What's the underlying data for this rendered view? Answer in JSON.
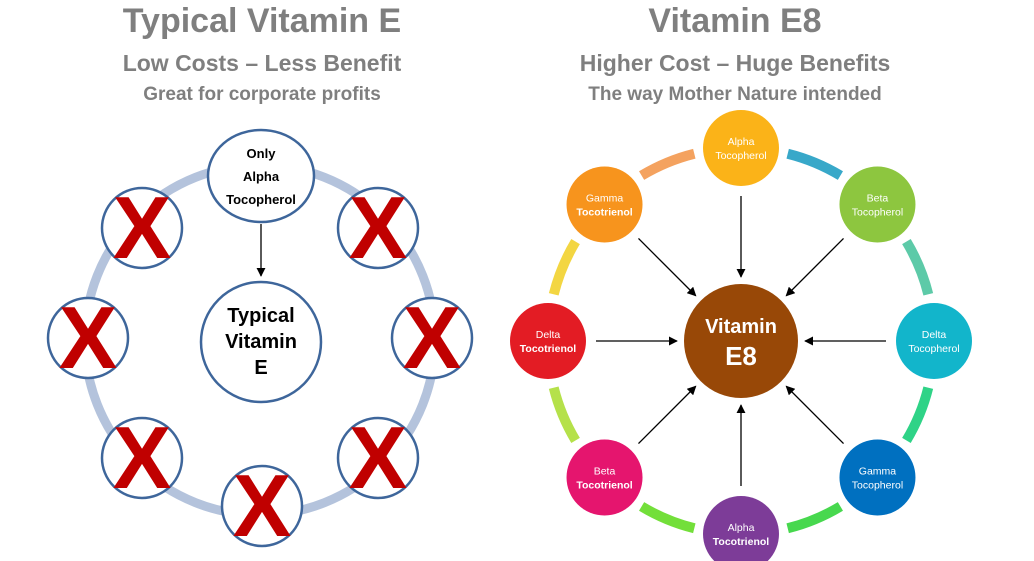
{
  "left": {
    "title": "Typical Vitamin E",
    "subtitle": "Low Costs – Less Benefit",
    "tagline": "Great for corporate profits",
    "top_node": [
      "Only",
      "Alpha",
      "Tocopherol"
    ],
    "center": [
      "Typical",
      "Vitamin",
      "E"
    ],
    "cross_mark": "X",
    "cross_color": "#c00000",
    "ring_color": "#b4c3dc",
    "outline_color": "#3e669b"
  },
  "right": {
    "title": "Vitamin E8",
    "subtitle": "Higher Cost – Huge Benefits",
    "tagline": "The way Mother Nature intended",
    "center": [
      "Vitamin",
      "E8"
    ],
    "center_color": "#984807",
    "nodes": [
      {
        "line1": "Alpha",
        "line2": "Tocopherol",
        "color": "#fbb318",
        "bold2": false
      },
      {
        "line1": "Beta",
        "line2": "Tocopherol",
        "color": "#8dc63f",
        "bold2": false
      },
      {
        "line1": "Delta",
        "line2": "Tocopherol",
        "color": "#12b5cb",
        "bold2": false
      },
      {
        "line1": "Gamma",
        "line2": "Tocopherol",
        "color": "#0070c0",
        "bold2": false
      },
      {
        "line1": "Alpha",
        "line2": "Tocotrienol",
        "color": "#7d3c98",
        "bold2": true
      },
      {
        "line1": "Beta",
        "line2": "Tocotrienol",
        "color": "#e5156e",
        "bold2": true
      },
      {
        "line1": "Delta",
        "line2": "Tocotrienol",
        "color": "#e31c24",
        "bold2": true
      },
      {
        "line1": "Gamma",
        "line2": "Tocotrienol",
        "color": "#f7941d",
        "bold2": true
      }
    ],
    "ring_colors": [
      "#38a8c9",
      "#5dcaa8",
      "#2fd387",
      "#47d84e",
      "#73df3a",
      "#b5e14a",
      "#f3d642",
      "#f4a25f"
    ]
  }
}
